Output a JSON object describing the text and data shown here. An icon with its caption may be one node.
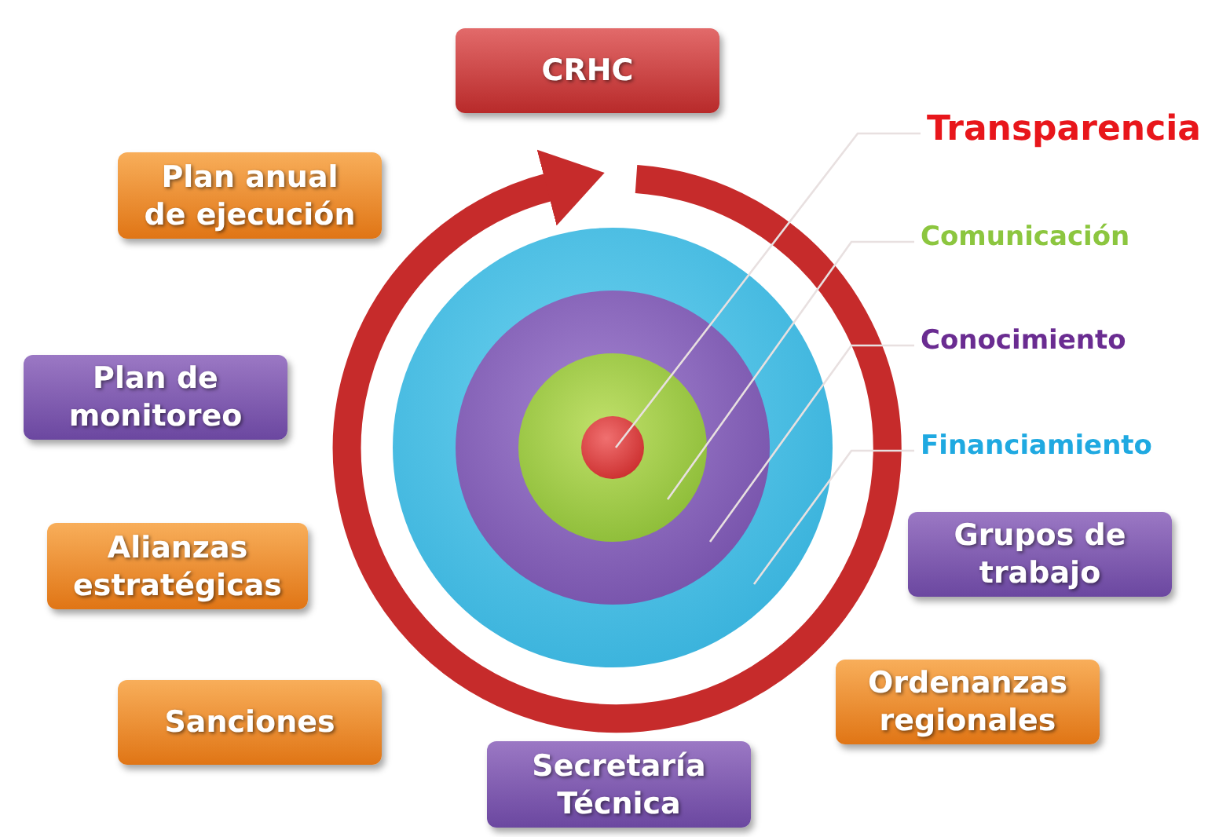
{
  "diagram": {
    "nodes": [
      {
        "text": [
          "CRHC"
        ]
      },
      {
        "text": [
          "Plan anual de ejecución"
        ]
      },
      {
        "text": [
          "Transparencia"
        ]
      },
      {
        "text": [
          "Comunicación"
        ]
      },
      {
        "text": [
          "Plan de monitoreo"
        ]
      },
      {
        "text": [
          "Conocimiento"
        ]
      },
      {
        "text": [
          "Financiamiento"
        ]
      },
      {
        "text": [
          "Alianzas estratégicas"
        ]
      },
      {
        "text": [
          "Grupos de trabajo"
        ]
      },
      {
        "text": [
          "Sanciones"
        ]
      },
      {
        "text": [
          "Ordenanzas regionales"
        ]
      },
      {
        "text": [
          "Secretaría Técnica"
        ]
      },
      {
        "text": [],
        "shape": "circle"
      },
      {
        "text": [],
        "shape": "circle",
        "in": 12
      },
      {
        "text": [],
        "shape": "circle",
        "in": 13
      },
      {
        "text": [],
        "shape": "circle",
        "in": 14
      }
    ],
    "edges": [
      {
        "from": 2,
        "to": 15,
        "arrow": "none"
      },
      {
        "from": 3,
        "to": 14,
        "arrow": "none"
      },
      {
        "from": 5,
        "to": 13,
        "arrow": "none"
      },
      {
        "from": 6,
        "to": 12,
        "arrow": "none"
      }
    ]
  }
}
